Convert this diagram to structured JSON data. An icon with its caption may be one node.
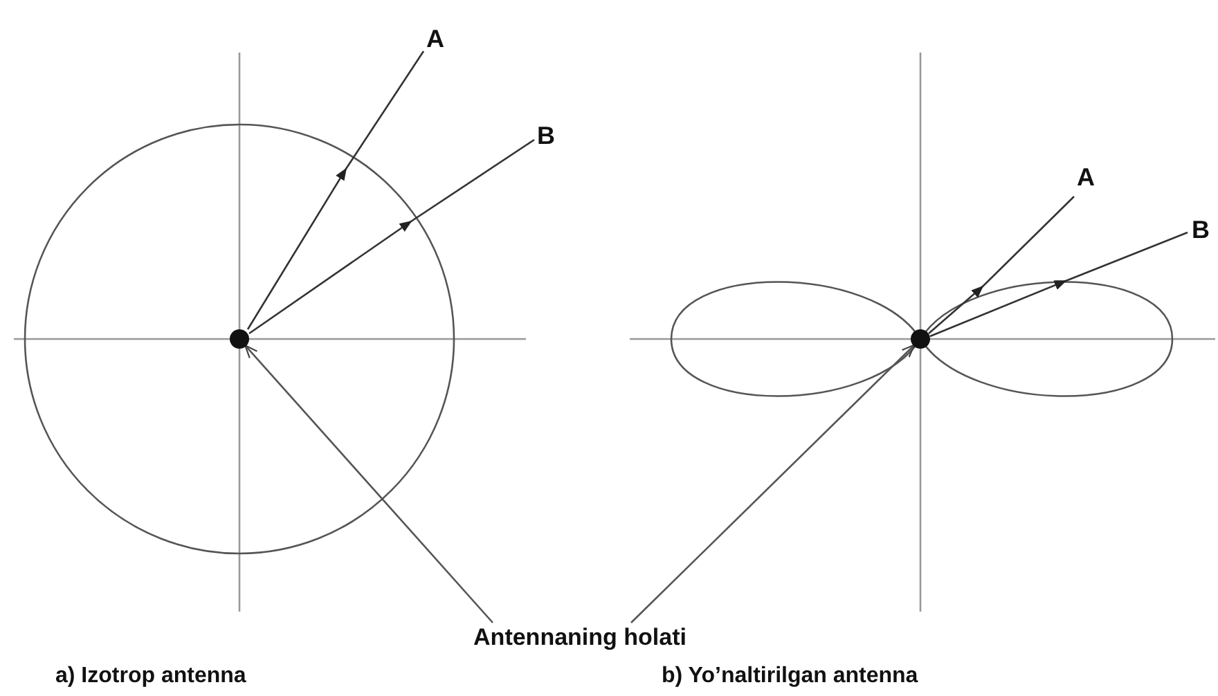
{
  "diagram": {
    "nodes": [
      {
        "text": [
          "Antennaning holati"
        ]
      },
      {
        "text": [],
        "shape": "circle"
      },
      {
        "text": [],
        "shape": "circle"
      }
    ],
    "edges": [
      {
        "from": 0,
        "to": 1,
        "arrow": "to"
      },
      {
        "from": 0,
        "to": 2,
        "arrow": "to"
      }
    ],
    "labels": [
      "A",
      "B",
      "A",
      "B",
      "a) Izotrop antenna",
      "b) Yo’naltirilgan antenna"
    ]
  }
}
